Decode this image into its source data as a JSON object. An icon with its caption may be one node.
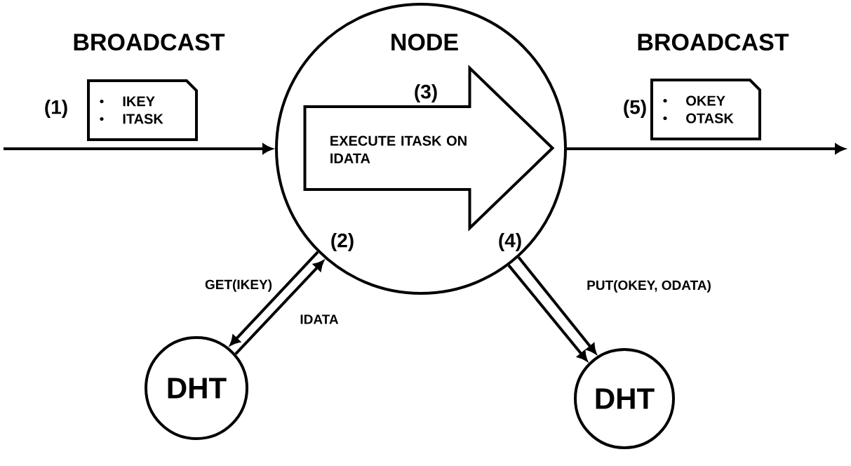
{
  "diagram": {
    "nodes": [
      {
        "text": [
          "NODE"
        ]
      },
      {
        "text": [
          "EXECUTE ITASK ON IDATA"
        ],
        "in": 0,
        "beside": [
          "(3)"
        ]
      },
      {
        "text": [
          "IKEY",
          "ITASK"
        ],
        "beside": [
          "(1)"
        ]
      },
      {
        "text": [
          "OKEY",
          "OTASK"
        ],
        "beside": [
          "(5)"
        ]
      },
      {
        "text": [
          "DHT"
        ]
      },
      {
        "text": [
          "DHT"
        ]
      }
    ],
    "edges": [
      {
        "from": null,
        "to": 0,
        "arrow": "to"
      },
      {
        "from": 0,
        "to": null,
        "arrow": "to"
      },
      {
        "from": 0,
        "to": 4,
        "arrow": "to",
        "label": "GET(IKEY)"
      },
      {
        "from": 4,
        "to": 0,
        "arrow": "to",
        "label": "IDATA"
      },
      {
        "from": 0,
        "to": 5,
        "arrow": "to",
        "label": "PUT(OKEY, ODATA)"
      },
      {
        "from": 0,
        "to": 5,
        "arrow": "to"
      }
    ],
    "labels": [
      "BROADCAST",
      "BROADCAST",
      "(2)",
      "(4)"
    ]
  }
}
